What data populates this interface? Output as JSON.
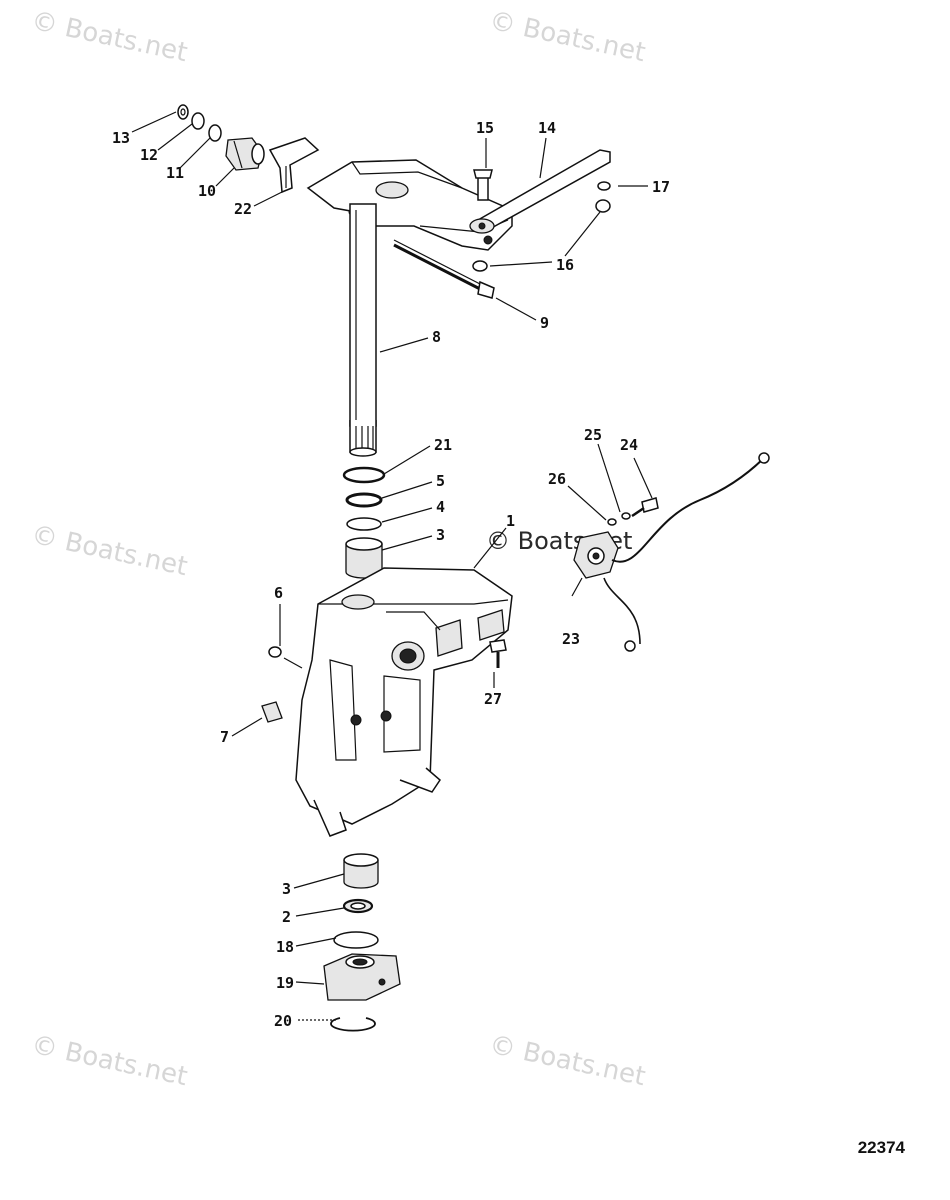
{
  "diagram": {
    "id_number": "22374",
    "watermark_text": "© Boats.net",
    "callouts": {
      "c1": "1",
      "c2": "2",
      "c3a": "3",
      "c3b": "3",
      "c4": "4",
      "c5": "5",
      "c6": "6",
      "c7": "7",
      "c8": "8",
      "c9": "9",
      "c10": "10",
      "c11": "11",
      "c12": "12",
      "c13": "13",
      "c14": "14",
      "c15": "15",
      "c16": "16",
      "c17": "17",
      "c18": "18",
      "c19": "19",
      "c20": "20",
      "c21": "21",
      "c22": "22",
      "c23": "23",
      "c24": "24",
      "c25": "25",
      "c26": "26",
      "c27": "27"
    }
  }
}
